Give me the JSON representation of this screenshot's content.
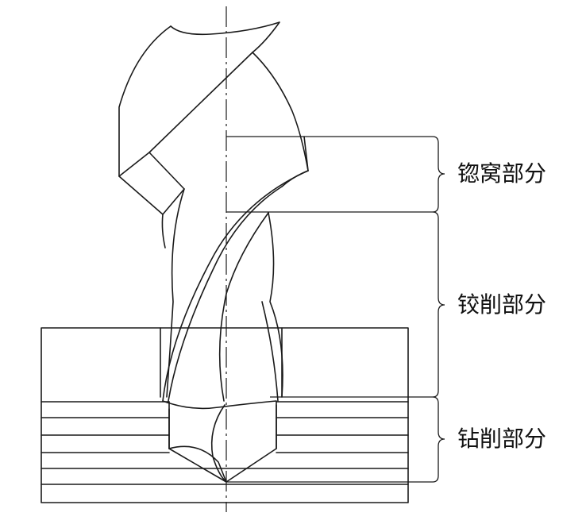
{
  "labels": {
    "countersink": "锪窝部分",
    "reaming": "铰削部分",
    "drilling": "钻削部分"
  },
  "colors": {
    "stroke": "#1a1a1a",
    "background": "#ffffff"
  }
}
